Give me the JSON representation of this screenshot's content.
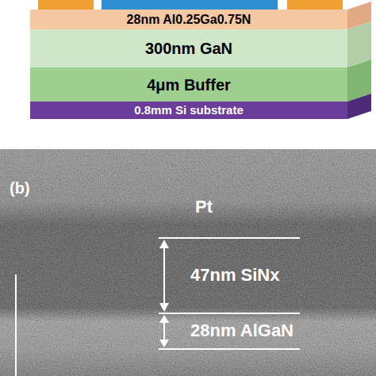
{
  "diagram": {
    "nodes": [
      {
        "text": [
          "28nm Al0.25Ga0.75N"
        ]
      },
      {
        "text": [
          "300nm GaN"
        ]
      },
      {
        "text": [
          "4μm Buffer"
        ]
      },
      {
        "text": [
          "0.8mm Si substrate"
        ]
      }
    ],
    "labels": [
      "(b)",
      "Pt",
      "47nm SiNx",
      "28nm AlGaN"
    ]
  }
}
